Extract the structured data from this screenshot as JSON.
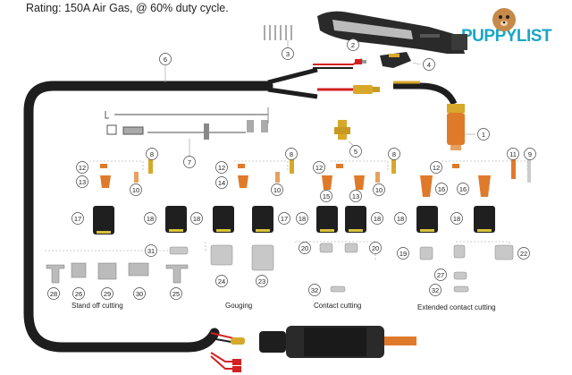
{
  "header": {
    "rating": "Rating: 150A Air Gas, @ 60% duty cycle."
  },
  "brand": {
    "name": "PUPPYLIST",
    "accent": "#1aa6c8"
  },
  "captions": {
    "stand_off": "Stand off cutting",
    "gouging": "Gouging",
    "contact": "Contact cutting",
    "extended": "Extended contact cutting"
  },
  "part_numbers": {
    "p1": "1",
    "p2": "2",
    "p3": "3",
    "p4": "4",
    "p5": "5",
    "p6": "6",
    "p7": "7",
    "p8": "8",
    "p9": "9",
    "p10": "10",
    "p11": "11",
    "p12": "12",
    "p13": "13",
    "p14": "14",
    "p15": "15",
    "p16": "16",
    "p17": "17",
    "p18": "18",
    "p19": "19",
    "p20": "20",
    "p22": "22",
    "p23": "23",
    "p24": "24",
    "p25": "25",
    "p26": "26",
    "p27": "27",
    "p28": "28",
    "p29": "29",
    "p30": "30",
    "p31": "31",
    "p32": "32"
  },
  "colors": {
    "cable": "#1e1e1e",
    "copper": "#e07a2b",
    "brass": "#d8a82a",
    "red_wire": "#d42020",
    "shield": "#1f1f1f"
  }
}
